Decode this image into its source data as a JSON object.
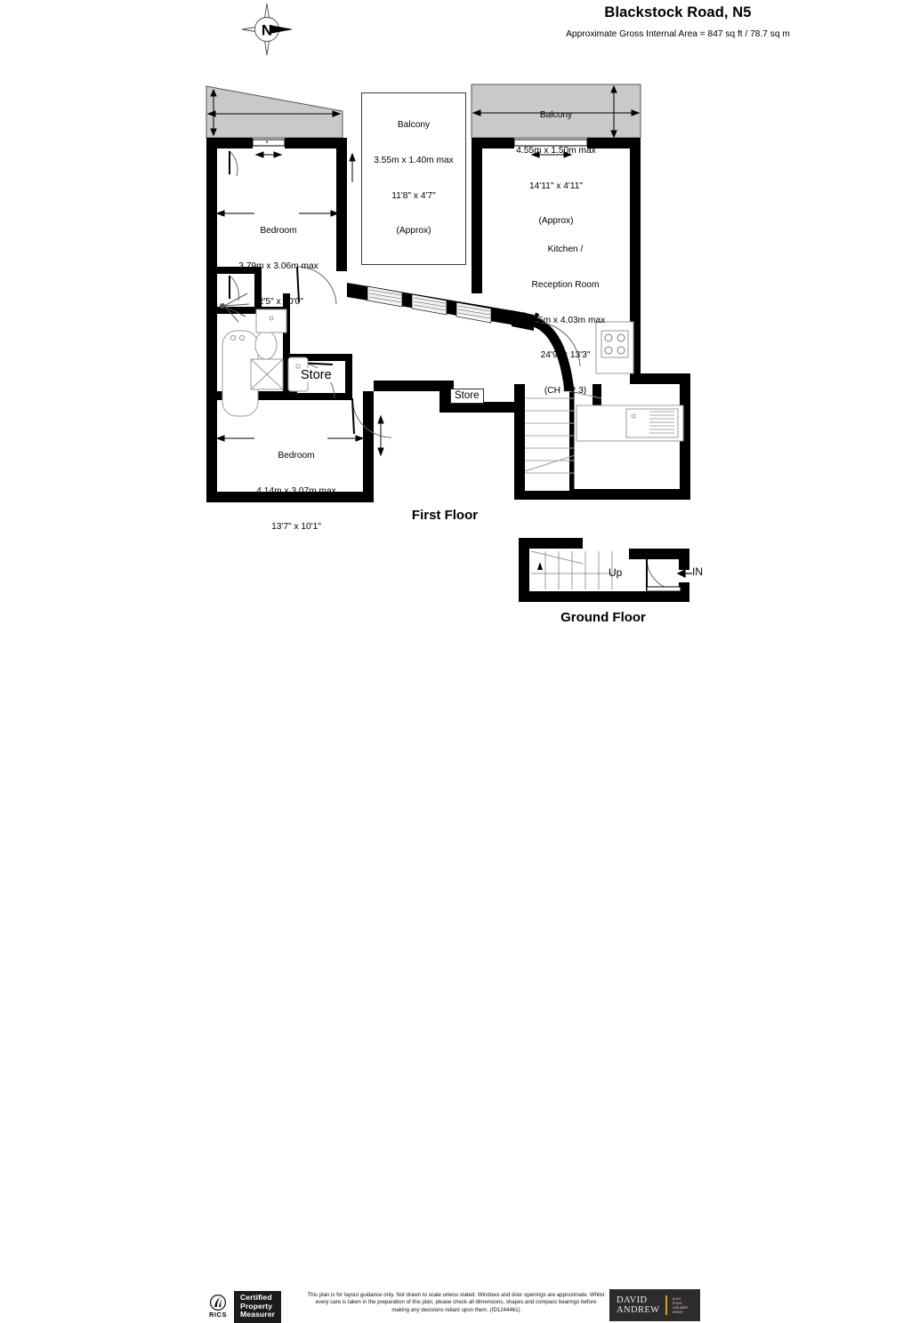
{
  "header": {
    "title": "Blackstock Road, N5",
    "area_note": "Approximate Gross Internal Area = 847 sq ft / 78.7 sq m"
  },
  "compass": {
    "north_letter": "N"
  },
  "floors": [
    {
      "id": "first",
      "caption": "First Floor"
    },
    {
      "id": "ground",
      "caption": "Ground Floor"
    }
  ],
  "rooms": {
    "balcony_left": {
      "name": "Balcony",
      "metric": "3.55m x 1.40m max",
      "imperial": "11'8\" x 4'7\"",
      "approx": "(Approx)"
    },
    "balcony_right": {
      "name": "Balcony",
      "metric": "4.55m x 1.50m max",
      "imperial": "14'11\" x 4'11\"",
      "approx": "(Approx)"
    },
    "bedroom_top": {
      "name": "Bedroom",
      "metric": "3.79m x 3.06m max",
      "imperial": "12'5\" x 10'0\""
    },
    "bedroom_bottom": {
      "name": "Bedroom",
      "metric": "4.14m x 3.07m max",
      "imperial": "13'7\" x 10'1\""
    },
    "kitchen_reception": {
      "name_line1": "Kitchen /",
      "name_line2": "Reception Room",
      "metric": "7.55m x 4.03m max",
      "imperial": "24'9\" x 13'3\"",
      "ceiling_height": "(CH = 2.3)"
    },
    "store_left": {
      "name": "Store"
    },
    "store_mid": {
      "name": "Store"
    }
  },
  "ground_floor": {
    "stair_label": "Up",
    "entrance_label": "IN"
  },
  "footer": {
    "rics_mark_text": "RICS",
    "certified_badge_line1": "Certified",
    "certified_badge_line2": "Property",
    "certified_badge_line3": "Measurer",
    "disclaimer": "This plan is for layout guidance only. Not drawn to scale unless stated. Windows and door openings are approximate. Whilst every care is taken in the preparation of this plan, please check all dimensions, shapes and compass bearings before making any decisions reliant upon them. (ID1244461)",
    "agency_name_line1": "DAVID",
    "agency_name_line2": "ANDREW",
    "agency_tagline_line1": "your",
    "agency_tagline_line2": "most",
    "agency_tagline_line3": "valuable",
    "agency_tagline_line4": "asset"
  },
  "colors": {
    "wall": "#000000",
    "balcony_fill": "#c9c9c9",
    "fixture_stroke": "#9a9a9a",
    "paper": "#ffffff",
    "logo_dark": "#2e2b2c",
    "logo_accent": "#c9a227"
  }
}
